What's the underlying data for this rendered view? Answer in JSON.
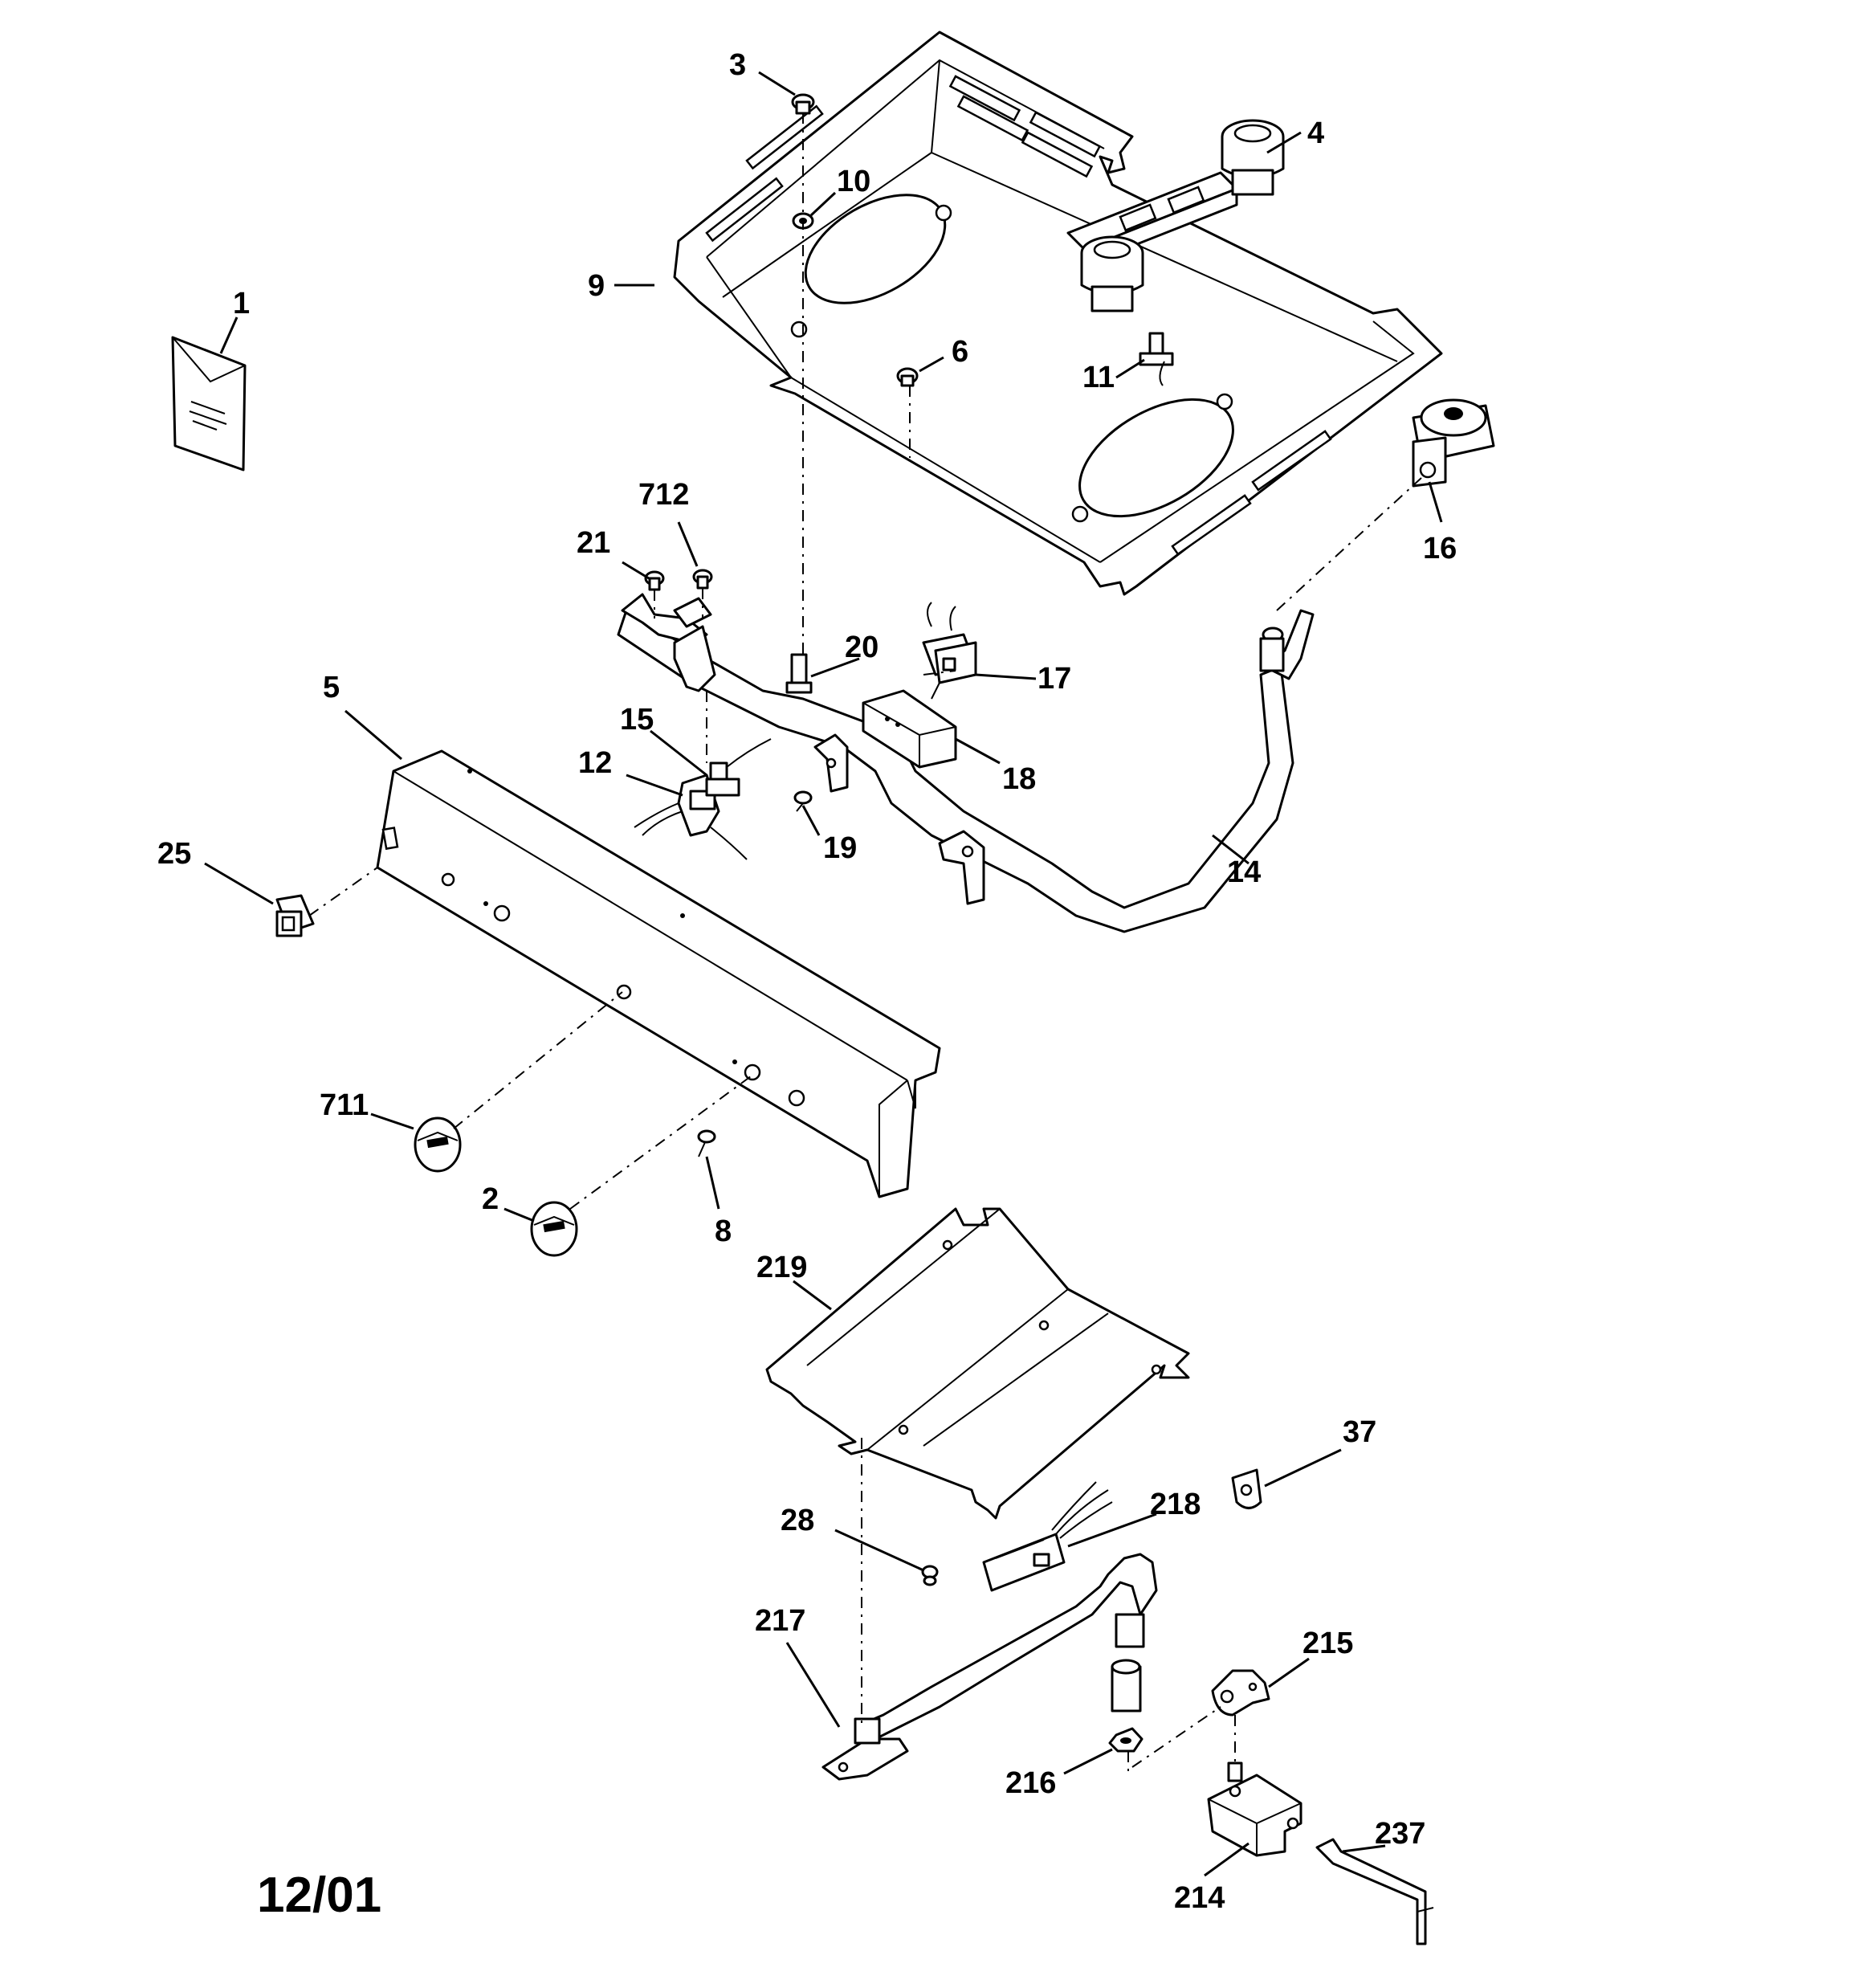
{
  "labels": {
    "l1": "1",
    "l2": "2",
    "l3": "3",
    "l4": "4",
    "l5": "5",
    "l6": "6",
    "l8": "8",
    "l9": "9",
    "l10": "10",
    "l11": "11",
    "l12": "12",
    "l14": "14",
    "l15": "15",
    "l16": "16",
    "l17": "17",
    "l18": "18",
    "l19": "19",
    "l20": "20",
    "l21": "21",
    "l25": "25",
    "l28": "28",
    "l37": "37",
    "l214": "214",
    "l215": "215",
    "l216": "216",
    "l217": "217",
    "l218": "218",
    "l219": "219",
    "l237": "237",
    "l711": "711",
    "l712": "712"
  },
  "date_code": "12/01"
}
